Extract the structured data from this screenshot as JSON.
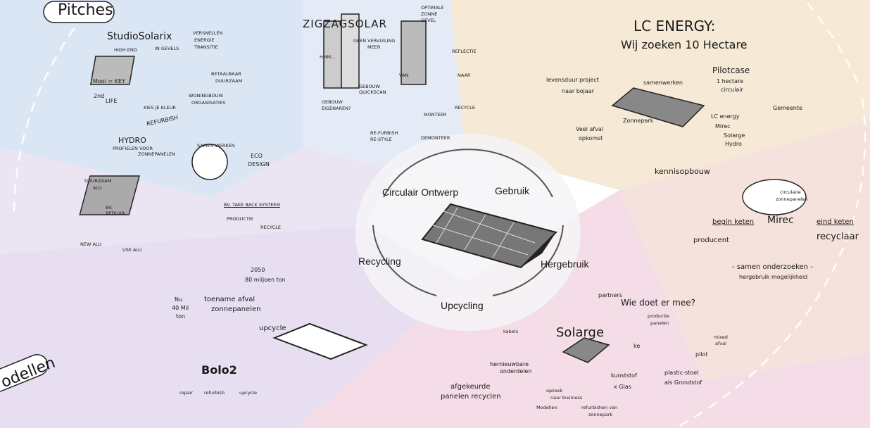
{
  "colors": {
    "pitches": "#dbe6f5",
    "zigzag": "#e4ebf6",
    "lc_energy": "#f6ead6",
    "mirec": "#f6e2dc",
    "solarge": "#f5dde8",
    "bolo": "#e7dff1",
    "hydro": "#ebe4f3",
    "modellen": "#f2eef7",
    "center": "#f4f5f7"
  },
  "headings": {
    "pitches": "Pitches",
    "modellen": "odellen"
  },
  "cycle": {
    "circulair_ontwerp": "Circulair Ontwerp",
    "gebruik": "Gebruik",
    "hergebruik": "Hergebruik",
    "upcycling": "Upcycling",
    "recycling": "Recycling"
  },
  "studio_solarix": {
    "title": "StudioSolarix",
    "high_end": "HIGH END",
    "gevels": "IN GEVELS",
    "versnellen": [
      "VERSNELLEN",
      "ENERGIE",
      "TRANSITIE"
    ],
    "mooi": "Mooi = KEY",
    "life": [
      "2nd",
      "LIFE"
    ],
    "kies": "KIES JE KLEUR",
    "betaalbaar": [
      "BETAALBAAR",
      "DUURZAAM"
    ],
    "woningbouw": [
      "WONINGBOUW",
      "ORGANISATIES"
    ],
    "refurbish": "REFURBISH"
  },
  "zigzag": {
    "title": "ZIGZAGSOLAR",
    "optimale": [
      "OPTIMALE",
      "ZONNE",
      "GEVEL"
    ],
    "geen": [
      "GEEN VERVUILING",
      "MEER"
    ],
    "hmm": "HMM...",
    "reflectie": "REFLECTIE",
    "van": "VAN",
    "naar": "NAAR",
    "quickscan": [
      "GEBOUW",
      "QUICKSCAN"
    ],
    "eigenaren": [
      "GEBOUW",
      "EIGENAREN?"
    ],
    "recycle": "RECYCLE",
    "monteer": "MONTEER",
    "refurbish": [
      "RE-FURBISH",
      "RE-STYLE"
    ],
    "demonteer": "DEMONTEER"
  },
  "lc_energy": {
    "title": "LC ENERGY:",
    "subtitle": "Wij zoeken 10 Hectare",
    "project": [
      "levensduur project",
      "naar bojaar"
    ],
    "pilot": "Pilotcase",
    "hectare": [
      "1 hectare",
      "circulair"
    ],
    "samenwerken": "samenwerken",
    "gemeente": "Gemeente",
    "zonnepark": "Zonnepark",
    "veel_afval": [
      "Veel afval",
      "opkomst"
    ],
    "partners": [
      "LC energy",
      "Mirec",
      "Solarge",
      "Hydro"
    ],
    "kennis": "kennisopbouw"
  },
  "mirec": {
    "cloud": [
      "circulaire",
      "zonnepanelen"
    ],
    "begin": "begin keten",
    "name": "Mirec",
    "eind": "eind keten",
    "producent": "producent",
    "recyclaar": "recyclaar",
    "samen": "- samen onderzoeken -",
    "hergebruik": "hergebruik mogelijkheid"
  },
  "hydro": {
    "title": "HYDRO",
    "sub": [
      "PROFIELEN VOOR",
      "ZONNEPANELEN"
    ],
    "samen": "SAMEN WERKEN",
    "eco": [
      "ECO",
      "DESIGN"
    ],
    "duurzaam": [
      "DUURZAAM",
      "ALU"
    ],
    "reduxa": [
      "BV.",
      "REDUXA"
    ],
    "new_alu": "NEW ALU",
    "use_alu": "USE ALU",
    "take_back": "BV. TAKE BACK SYSTEEM",
    "productie": "PRODUCTIE",
    "recycle": "RECYCLE"
  },
  "bolo": {
    "year": "2050",
    "mt": "80 miljoen ton",
    "nu": [
      "Nu",
      "40 Mil",
      "ton"
    ],
    "toename": [
      "toename afval",
      "zonnepanelen"
    ],
    "upcycle": "upcycle",
    "name": "Bolo2",
    "steps": [
      "repair",
      "refurbish",
      "upcycle"
    ]
  },
  "solarge": {
    "partners": "partners",
    "wie": "Wie doet er mee?",
    "productie": [
      "productie",
      "panelen"
    ],
    "kabels": "kabels",
    "name": "Solarge",
    "ke": "ke",
    "mixed": [
      "mixed",
      "afval"
    ],
    "pilot": "pilot",
    "hernieuwbaar": [
      "hernieuwbare",
      "onderdelen"
    ],
    "kunststof": [
      "kunststof",
      "x Glas"
    ],
    "stoel": [
      "plastic-stoel",
      "als Grondstof"
    ],
    "afgekeurde": [
      "afgekeurde",
      "panelen recyclen"
    ],
    "opzoek": [
      "opzoek",
      "naar business",
      "Modellen"
    ],
    "refurbishen": [
      "refurbishen van",
      "zonnepark"
    ]
  }
}
